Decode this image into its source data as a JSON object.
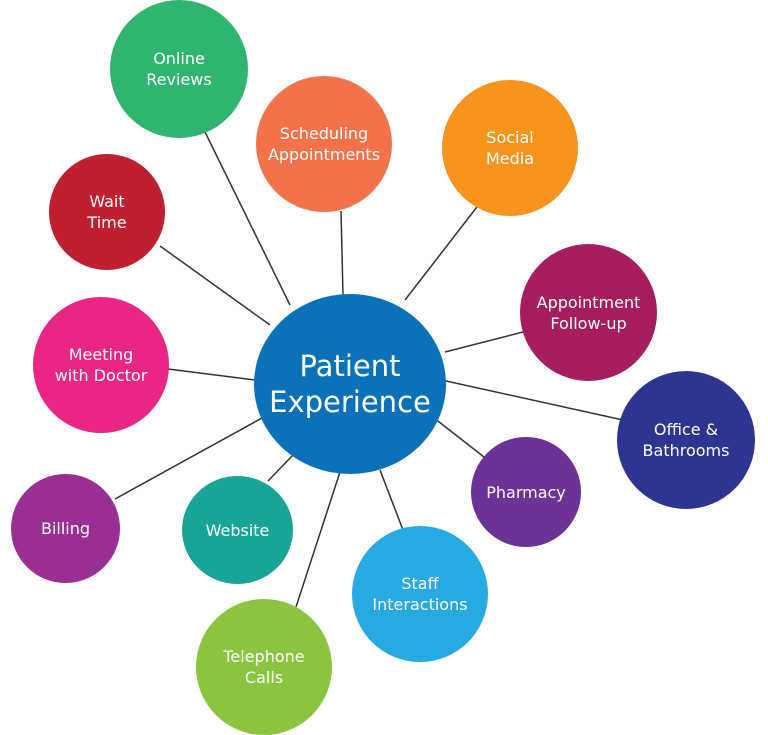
{
  "diagram": {
    "hub": {
      "label": "Patient\nExperience",
      "color": "#0b71b9"
    },
    "nodes": [
      {
        "id": "online",
        "label": "Online\nReviews",
        "color": "#2fb56f"
      },
      {
        "id": "sched",
        "label": "Scheduling\nAppointments",
        "color": "#f2724a"
      },
      {
        "id": "social",
        "label": "Social\nMedia",
        "color": "#f6941e"
      },
      {
        "id": "wait",
        "label": "Wait\nTime",
        "color": "#bf1f2f"
      },
      {
        "id": "followup",
        "label": "Appointment\nFollow-up",
        "color": "#a61e5d"
      },
      {
        "id": "meeting",
        "label": "Meeting\nwith Doctor",
        "color": "#ea2583"
      },
      {
        "id": "office",
        "label": "Office &\nBathrooms",
        "color": "#2d3590"
      },
      {
        "id": "pharmacy",
        "label": "Pharmacy",
        "color": "#6c3297"
      },
      {
        "id": "billing",
        "label": "Billing",
        "color": "#9a2e93"
      },
      {
        "id": "website",
        "label": "Website",
        "color": "#17a597"
      },
      {
        "id": "staff",
        "label": "Staff\nInteractions",
        "color": "#27aae1"
      },
      {
        "id": "telephone",
        "label": "Telephone\nCalls",
        "color": "#8bc53f"
      }
    ],
    "connector_color": "#333333"
  }
}
